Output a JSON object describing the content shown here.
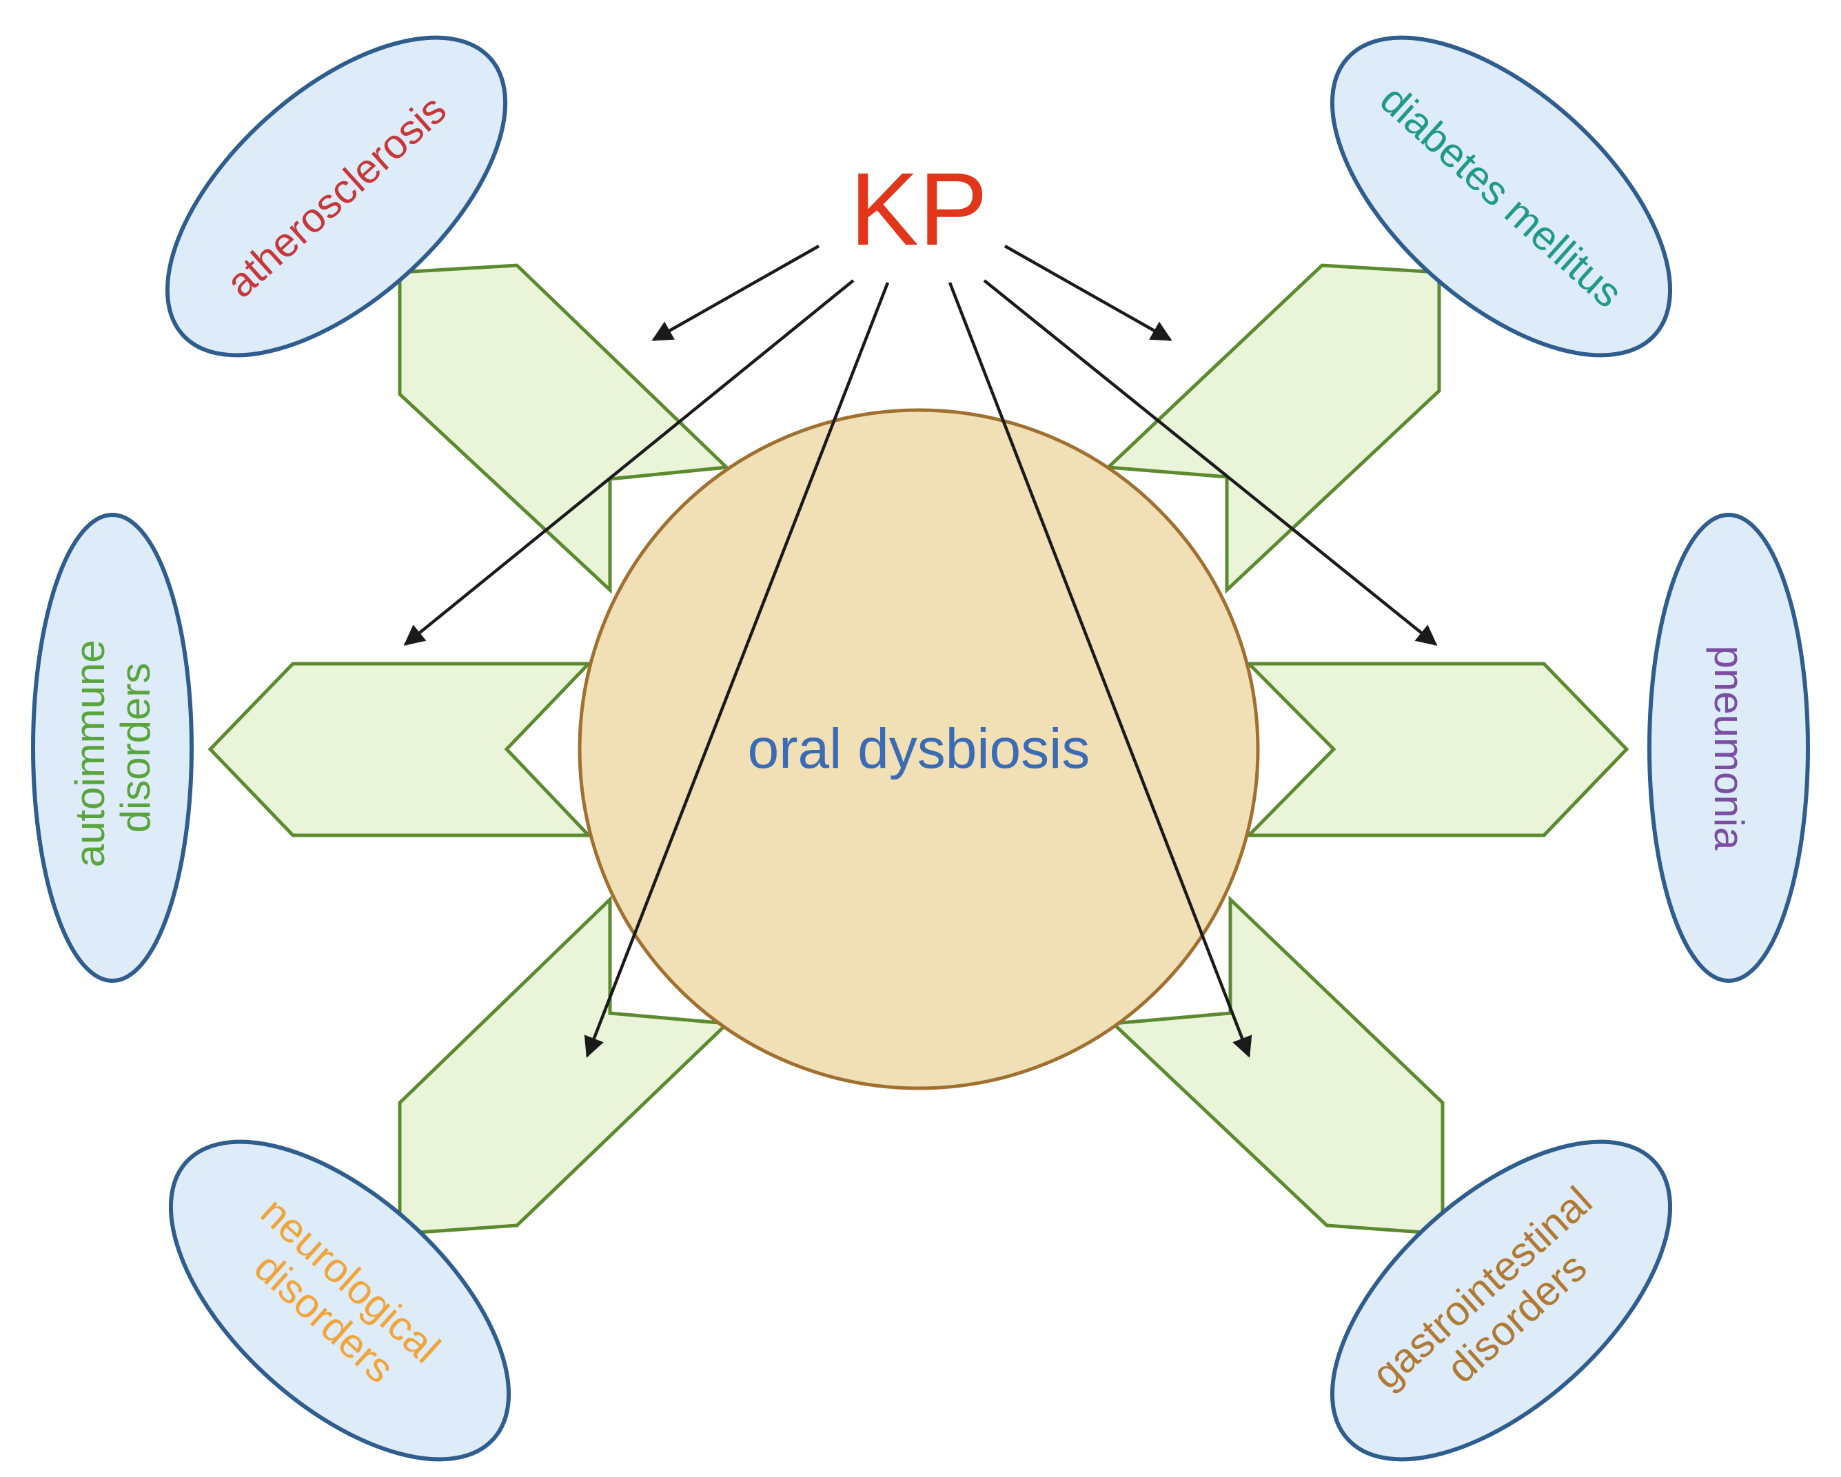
{
  "source": {
    "label": "KP",
    "color": "#e2361b"
  },
  "center": {
    "label": "oral dysbiosis",
    "color": "#3b6bb5"
  },
  "diseases": [
    {
      "id": "atherosclerosis",
      "lines": [
        "atherosclerosis"
      ],
      "color": "#c7373a"
    },
    {
      "id": "diabetes-mellitus",
      "lines": [
        "diabetes mellitus"
      ],
      "color": "#1f9a8a"
    },
    {
      "id": "autoimmune-disorders",
      "lines": [
        "autoimmune",
        "disorders"
      ],
      "color": "#5aa43c"
    },
    {
      "id": "pneumonia",
      "lines": [
        "pneumonia"
      ],
      "color": "#7a4ea3"
    },
    {
      "id": "neurological-disorders",
      "lines": [
        "neurological",
        "disorders"
      ],
      "color": "#f0a53a"
    },
    {
      "id": "gastrointestinal-disorders",
      "lines": [
        "gastrointestinal",
        "disorders"
      ],
      "color": "#b07a35"
    }
  ],
  "colors": {
    "ellipse_fill": "#deebf8",
    "ellipse_stroke": "#2e5d8e",
    "circle_fill": "#f1dfb6",
    "circle_stroke": "#a07030",
    "chevron_fill": "#e9f4d9",
    "chevron_stroke": "#5c8a2e",
    "arrow": "#1a1a1a"
  }
}
